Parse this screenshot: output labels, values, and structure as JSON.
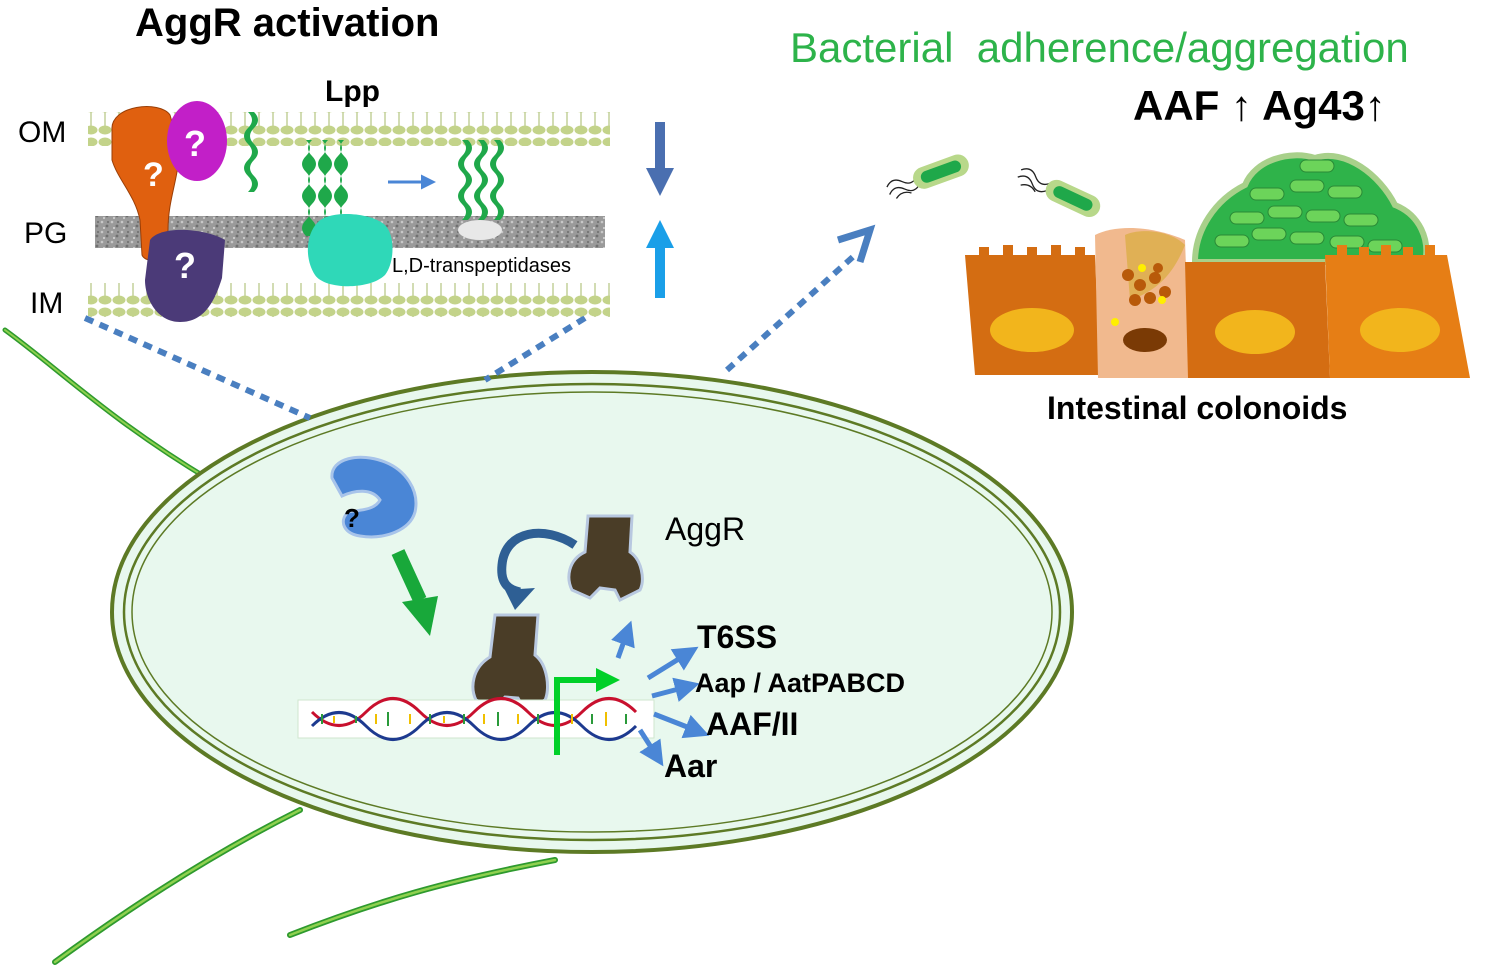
{
  "membrane_panel": {
    "title": "AggR activation",
    "lpp_label": "Lpp",
    "layers": {
      "om": "OM",
      "pg": "PG",
      "im": "IM"
    },
    "unknown_marks": [
      "?",
      "?",
      "?"
    ],
    "enzyme_label": "L,D-transpeptidases"
  },
  "adherence_panel": {
    "title": "Bacterial  adherence/aggregation",
    "upregulated": "AAF ↑ Ag43↑",
    "tissue_label": "Intestinal colonoids"
  },
  "cell": {
    "unknown_factor_mark": "?",
    "regulator_label": "AggR",
    "targets": [
      "T6SS",
      "Aap / AatPABCD",
      "AAF/II",
      "Aar"
    ]
  },
  "colors": {
    "title_green": "#2db34a",
    "arrow_blue": "#4a86d6",
    "dashed_blue": "#4a7fc0",
    "cell_fill": "#e8f8ee",
    "cell_rim": "#5d7a25",
    "aggr_brown": "#4a3d27",
    "lpp_green": "#1fa84a",
    "transpeptidase": "#2fd8b8",
    "tissue_orange": "#d46d12"
  }
}
